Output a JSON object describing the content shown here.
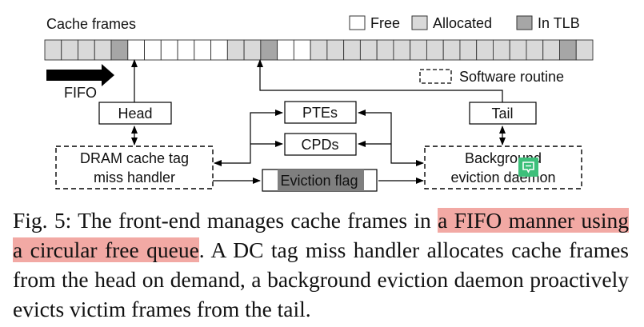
{
  "figure": {
    "frames_label": "Cache frames",
    "legend": [
      {
        "label": "Free",
        "color": "#ffffff"
      },
      {
        "label": "Allocated",
        "color": "#d9d9d9"
      },
      {
        "label": "In TLB",
        "color": "#a6a6a6"
      }
    ],
    "frame_states": [
      "A",
      "A",
      "A",
      "A",
      "T",
      "F",
      "F",
      "F",
      "F",
      "F",
      "F",
      "A",
      "A",
      "T",
      "F",
      "F",
      "A",
      "A",
      "A",
      "A",
      "A",
      "A",
      "A",
      "A",
      "A",
      "A",
      "A",
      "A",
      "A",
      "A",
      "A",
      "T",
      "A"
    ],
    "fifo_label": "FIFO",
    "software_routine_label": "Software routine",
    "head_label": "Head",
    "tail_label": "Tail",
    "ptes_label": "PTEs",
    "cpds_label": "CPDs",
    "handler_line1": "DRAM cache tag",
    "handler_line2": "miss handler",
    "eviction_flag_label": "Eviction flag",
    "daemon_line1": "Background",
    "daemon_line2": "eviction daemon"
  },
  "caption": {
    "prefix": "Fig. 5: The front-end manages cache frames in ",
    "highlight": "a FIFO manner using a circular free queue",
    "suffix": ". A DC tag miss handler allocates cache frames from the head on demand, a background eviction daemon proactively evicts victim frames from the tail."
  }
}
